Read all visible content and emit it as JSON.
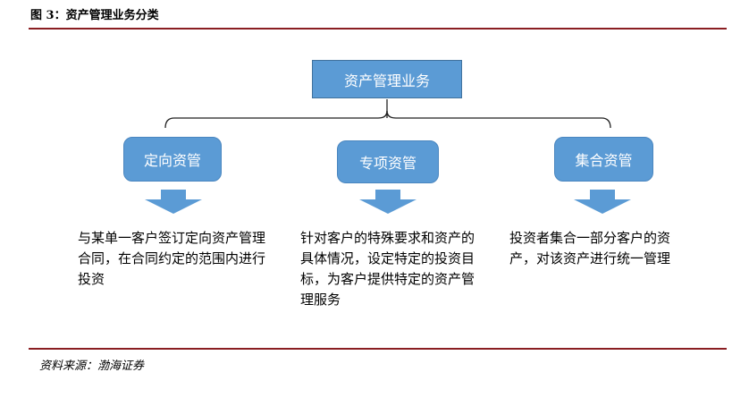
{
  "figure_title": "图 3：资产管理业务分类",
  "root": {
    "label": "资产管理业务"
  },
  "categories": [
    {
      "label": "定向资管",
      "description": "与某单一客户签订定向资产管理合同，在合同约定的范围内进行投资"
    },
    {
      "label": "专项资管",
      "description": "针对客户的特殊要求和资产的具体情况，设定特定的投资目标，为客户提供特定的资产管理服务"
    },
    {
      "label": "集合资管",
      "description": "投资者集合一部分客户的资产，对该资产进行统一管理"
    }
  ],
  "source": "资料来源：渤海证券",
  "colors": {
    "box_fill": "#5b9bd5",
    "rule": "#8a1e22"
  }
}
